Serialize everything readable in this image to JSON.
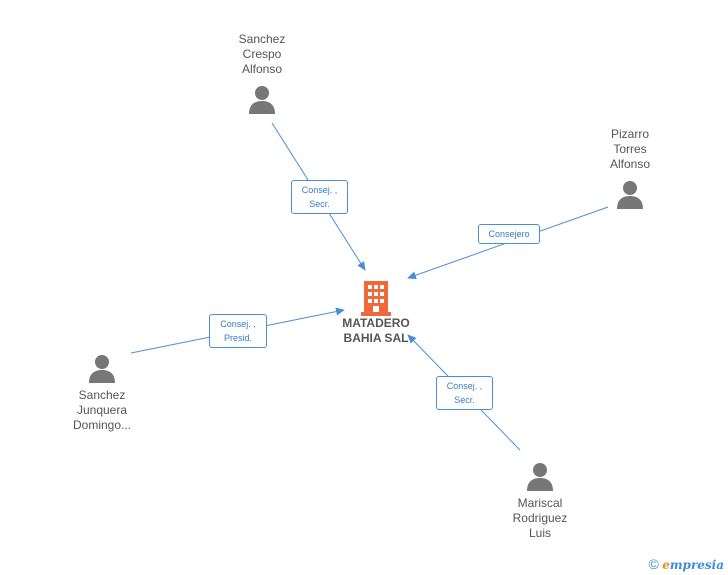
{
  "company": {
    "name_lines": [
      "MATADERO",
      "BAHIA SAL"
    ],
    "icon": "building-icon",
    "color": "#ee6a3a"
  },
  "people": [
    {
      "name_lines": [
        "Sanchez",
        "Crespo",
        "Alfonso"
      ],
      "icon": "person-icon"
    },
    {
      "name_lines": [
        "Pizarro",
        "Torres",
        "Alfonso"
      ],
      "icon": "person-icon"
    },
    {
      "name_lines": [
        "Sanchez",
        "Junquera",
        "Domingo..."
      ],
      "icon": "person-icon"
    },
    {
      "name_lines": [
        "Mariscal",
        "Rodriguez",
        "Luis"
      ],
      "icon": "person-icon"
    }
  ],
  "roles": [
    {
      "lines": [
        "Consej. ,",
        "Secr."
      ]
    },
    {
      "lines": [
        "Consejero"
      ]
    },
    {
      "lines": [
        "Consej. ,",
        "Presid."
      ]
    },
    {
      "lines": [
        "Consej. ,",
        "Secr."
      ]
    }
  ],
  "brand": {
    "copyright": "©",
    "e": "e",
    "rest": "mpresia"
  },
  "colors": {
    "edge": "#4a8fd6",
    "person": "#777777",
    "text": "#555555"
  }
}
